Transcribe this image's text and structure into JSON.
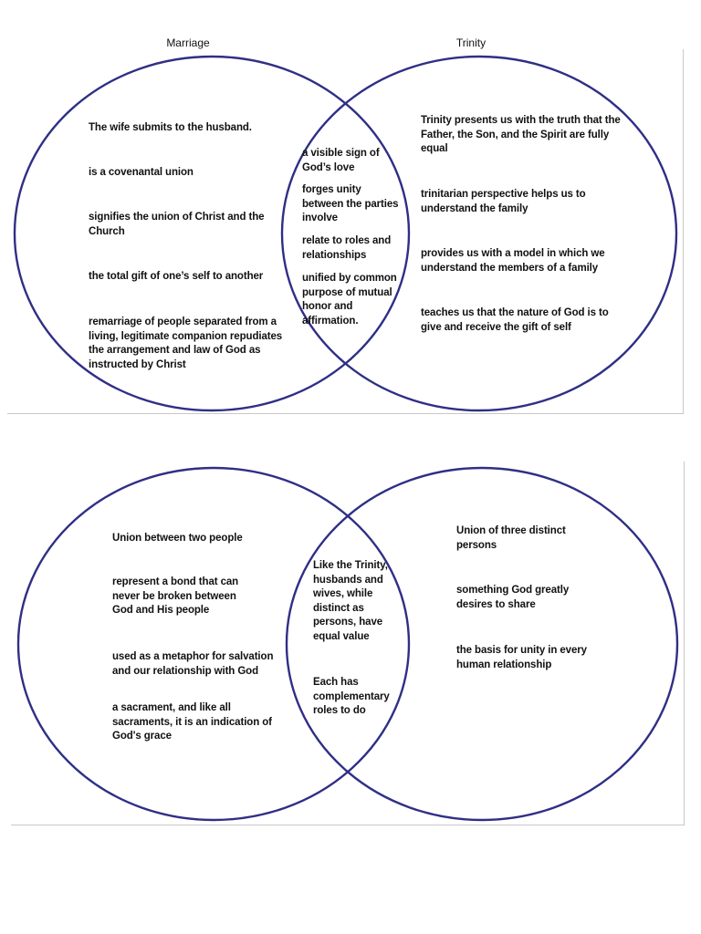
{
  "colors": {
    "circle_stroke": "#2f2f86",
    "frame": "#c8c8c8",
    "text": "#111111"
  },
  "diagram1": {
    "left_label": "Marriage",
    "right_label": "Trinity",
    "left_items": [
      "The wife submits to the husband.",
      "is a covenantal union",
      "signifies the union of Christ and the Church",
      "the total gift of one’s self to another",
      "remarriage of people separated from a living, legitimate companion repudiates the arrangement and law of God as instructed by Christ"
    ],
    "overlap_items": [
      "a visible sign of God’s love",
      "forges unity between the parties involve",
      "relate to roles and relationships",
      "unified by common purpose of mutual honor and affirmation."
    ],
    "right_items": [
      "Trinity presents us with the truth that the Father, the Son, and the Spirit are fully equal",
      "trinitarian perspective helps us to understand the family",
      "provides us with a model in which we understand the members of a family",
      "teaches us that the nature of God is to give and receive the gift of self"
    ]
  },
  "diagram2": {
    "left_items": [
      "Union between two people",
      "represent a bond that can never be broken between God and His people",
      "used as a metaphor for salvation and our relationship with God",
      "a sacrament, and like all sacraments, it is an indication of God's grace"
    ],
    "overlap_items": [
      "Like the Trinity, husbands and wives, while distinct as persons, have equal value",
      "Each has complementary roles to do"
    ],
    "right_items": [
      "Union of three distinct persons",
      "something God greatly desires to share",
      "the basis for unity in every human relationship"
    ]
  }
}
